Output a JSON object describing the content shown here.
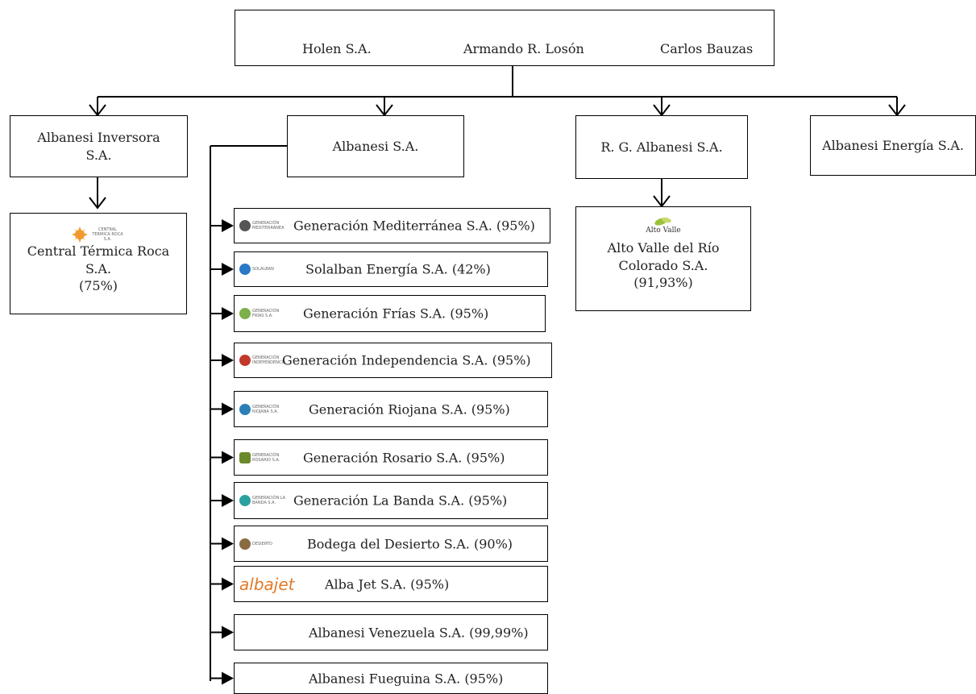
{
  "top": {
    "owners": [
      "Holen S.A.",
      "Armando R. Losón",
      "Carlos Bauzas"
    ]
  },
  "level1": {
    "inversora": "Albanesi Inversora S.A.",
    "albanesi": "Albanesi S.A.",
    "rg": "R. G. Albanesi S.A.",
    "energia": "Albanesi Energía S.A."
  },
  "roca": {
    "logo_text": "CENTRAL TERMICA ROCA S.A.",
    "name_line1": "Central Térmica Roca",
    "name_line2": "S.A.",
    "pct": "(75%)"
  },
  "altovalle": {
    "logo_text": "Alto Valle",
    "name_line1": "Alto Valle del Río",
    "name_line2": "Colorado S.A.",
    "pct": "(91,93%)"
  },
  "subsidiaries": [
    {
      "label": "Generación Mediterránea S.A. (95%)",
      "logo": "GENERACIÓN MEDITERRÁNEA"
    },
    {
      "label": "Solalban Energía S.A. (42%)",
      "logo": "SOLALBAN"
    },
    {
      "label": "Generación Frías S.A. (95%)",
      "logo": "GENERACIÓN FRÍAS S.A."
    },
    {
      "label": "Generación Independencia S.A. (95%)",
      "logo": "GENERACIÓN INDEPENDENCIA"
    },
    {
      "label": "Generación Riojana S.A. (95%)",
      "logo": "GENERACIÓN RIOJANA S.A."
    },
    {
      "label": "Generación  Rosario S.A. (95%)",
      "logo": "GENERACIÓN ROSARIO S.A."
    },
    {
      "label": "Generación La Banda S.A.  (95%)",
      "logo": "GENERACIÓN LA BANDA S.A."
    },
    {
      "label": "Bodega del Desierto S.A. (90%)",
      "logo": "DESIERTO"
    },
    {
      "label": "Alba Jet S.A. (95%)",
      "logo": "albajet"
    },
    {
      "label": "Albanesi Venezuela S.A. (99,99%)",
      "logo": ""
    },
    {
      "label": "Albanesi Fueguina S.A.  (95%)",
      "logo": ""
    }
  ]
}
